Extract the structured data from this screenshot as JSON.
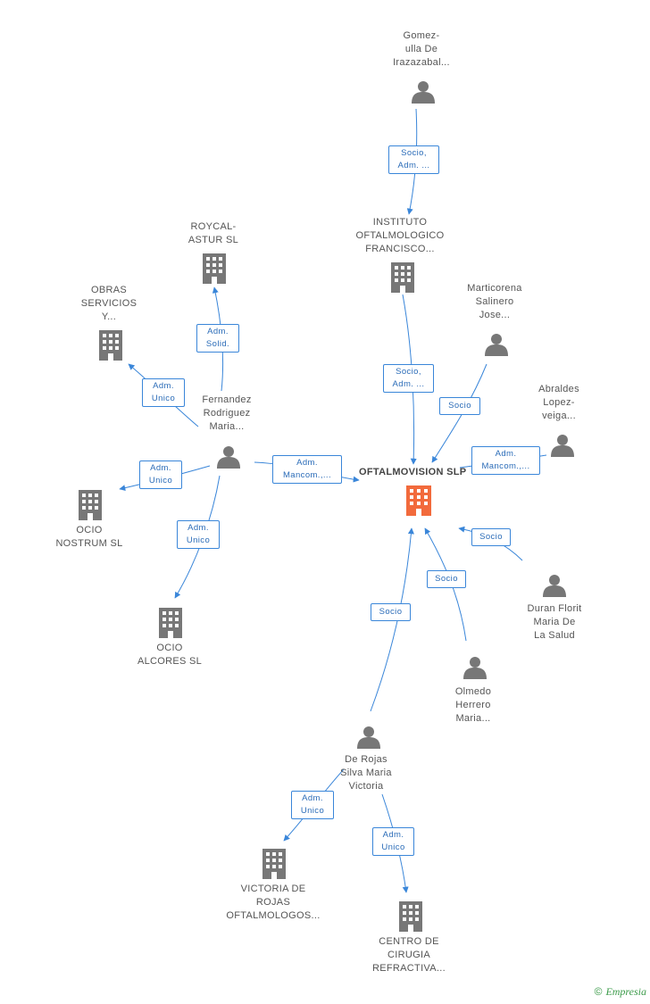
{
  "colors": {
    "edge": "#3a86d9",
    "person": "#777777",
    "company": "#777777",
    "main_company": "#f26a3c"
  },
  "nodes": {
    "oftalmovision": {
      "label": "OFTALMOVISION SLP"
    },
    "gomezulla": {
      "label": "Gomez-\nulla De\nIrazazabal..."
    },
    "instituto": {
      "label": "INSTITUTO\nOFTALMOLOGICO\nFRANCISCO..."
    },
    "roycal": {
      "label": "ROYCAL-\nASTUR SL"
    },
    "obras": {
      "label": "OBRAS\nSERVICIOS\nY..."
    },
    "fernandez": {
      "label": "Fernandez\nRodriguez\nMaria..."
    },
    "ocio_nostrum": {
      "label": "OCIO\nNOSTRUM SL"
    },
    "ocio_alcores": {
      "label": "OCIO\nALCORES SL"
    },
    "marticorena": {
      "label": "Marticorena\nSalinero\nJose..."
    },
    "abraldes": {
      "label": "Abraldes\nLopez-\nveiga..."
    },
    "duran": {
      "label": "Duran Florit\nMaria De\nLa Salud"
    },
    "olmedo": {
      "label": "Olmedo\nHerrero\nMaria..."
    },
    "derojas": {
      "label": "De Rojas\nSilva Maria\nVictoria"
    },
    "victoria": {
      "label": "VICTORIA DE\nROJAS\nOFTALMOLOGOS..."
    },
    "centro": {
      "label": "CENTRO DE\nCIRUGIA\nREFRACTIVA..."
    }
  },
  "edges": {
    "e1": "Socio,\nAdm. ...",
    "e2": "Socio,\nAdm. ...",
    "e3": "Adm.\nSolid.",
    "e4": "Adm.\nUnico",
    "e5": "Adm.\nUnico",
    "e6": "Adm.\nUnico",
    "e7": "Adm.\nMancom.,...",
    "e8": "Socio",
    "e9": "Adm.\nMancom.,...",
    "e10": "Socio",
    "e11": "Socio",
    "e12": "Socio",
    "e13": "Adm.\nUnico",
    "e14": "Adm.\nUnico"
  },
  "footer": {
    "copyright": "©",
    "brand": "Empresia"
  }
}
